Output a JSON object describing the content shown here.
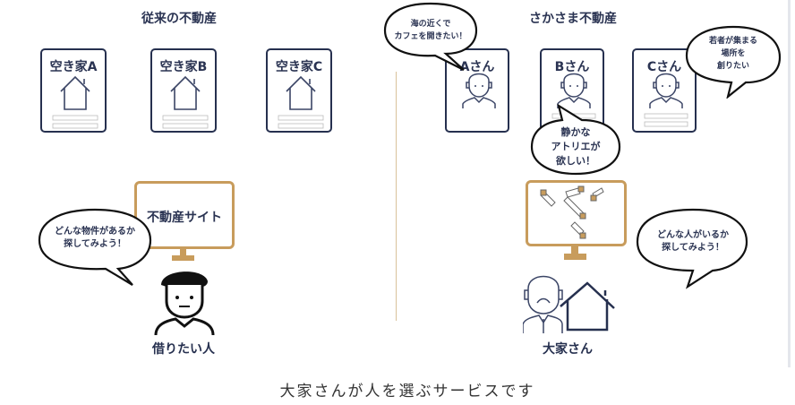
{
  "left": {
    "title": "従来の不動産",
    "cards": [
      {
        "label": "空き家A"
      },
      {
        "label": "空き家B"
      },
      {
        "label": "空き家C"
      }
    ],
    "site_label": "不動産サイト",
    "bubble": [
      "どんな物件があるか",
      "探してみよう！"
    ],
    "person_label": "借りたい人"
  },
  "right": {
    "title": "さかさま不動産",
    "cards": [
      {
        "label": "Aさん"
      },
      {
        "label": "Bさん"
      },
      {
        "label": "Cさん"
      }
    ],
    "bubble_a": [
      "海の近くで",
      "カフェを開きたい！"
    ],
    "bubble_b": [
      "静かな",
      "アトリエが",
      "欲しい！"
    ],
    "bubble_c": [
      "若者が集まる",
      "場所を",
      "創りたい"
    ],
    "bubble_owner": [
      "どんな人がいるか",
      "探してみよう！"
    ],
    "person_label": "大家さん"
  },
  "caption": "大家さんが人を選ぶサービスです",
  "colors": {
    "navy": "#26304f",
    "gold": "#c89c5c"
  }
}
